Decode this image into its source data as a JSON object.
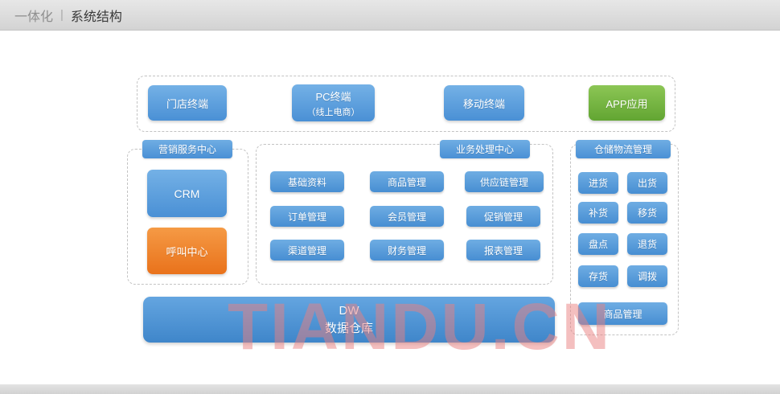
{
  "header": {
    "brand": "一体化",
    "separator": "|",
    "title": "系统结构"
  },
  "terminals": {
    "store": "门店终端",
    "pc": "PC终端",
    "pc_sub": "（线上电商）",
    "mobile": "移动终端",
    "app": "APP应用"
  },
  "marketing": {
    "title": "营销服务中心",
    "crm": "CRM",
    "call_center": "呼叫中心"
  },
  "business": {
    "title": "业务处理中心",
    "items": [
      "基础资料",
      "商品管理",
      "供应链管理",
      "订单管理",
      "会员管理",
      "促销管理",
      "渠道管理",
      "财务管理",
      "报表管理"
    ]
  },
  "warehouse": {
    "title": "仓储物流管理",
    "items": [
      "进货",
      "出货",
      "补货",
      "移货",
      "盘点",
      "退货",
      "存货",
      "调拨"
    ],
    "bottom_item": "商品管理"
  },
  "dw": {
    "code": "DW",
    "name": "数据仓库"
  },
  "watermark": "TIANDU.CN",
  "colors": {
    "blue": "#4a90d5",
    "green": "#6db33f",
    "orange": "#ed7d31"
  }
}
